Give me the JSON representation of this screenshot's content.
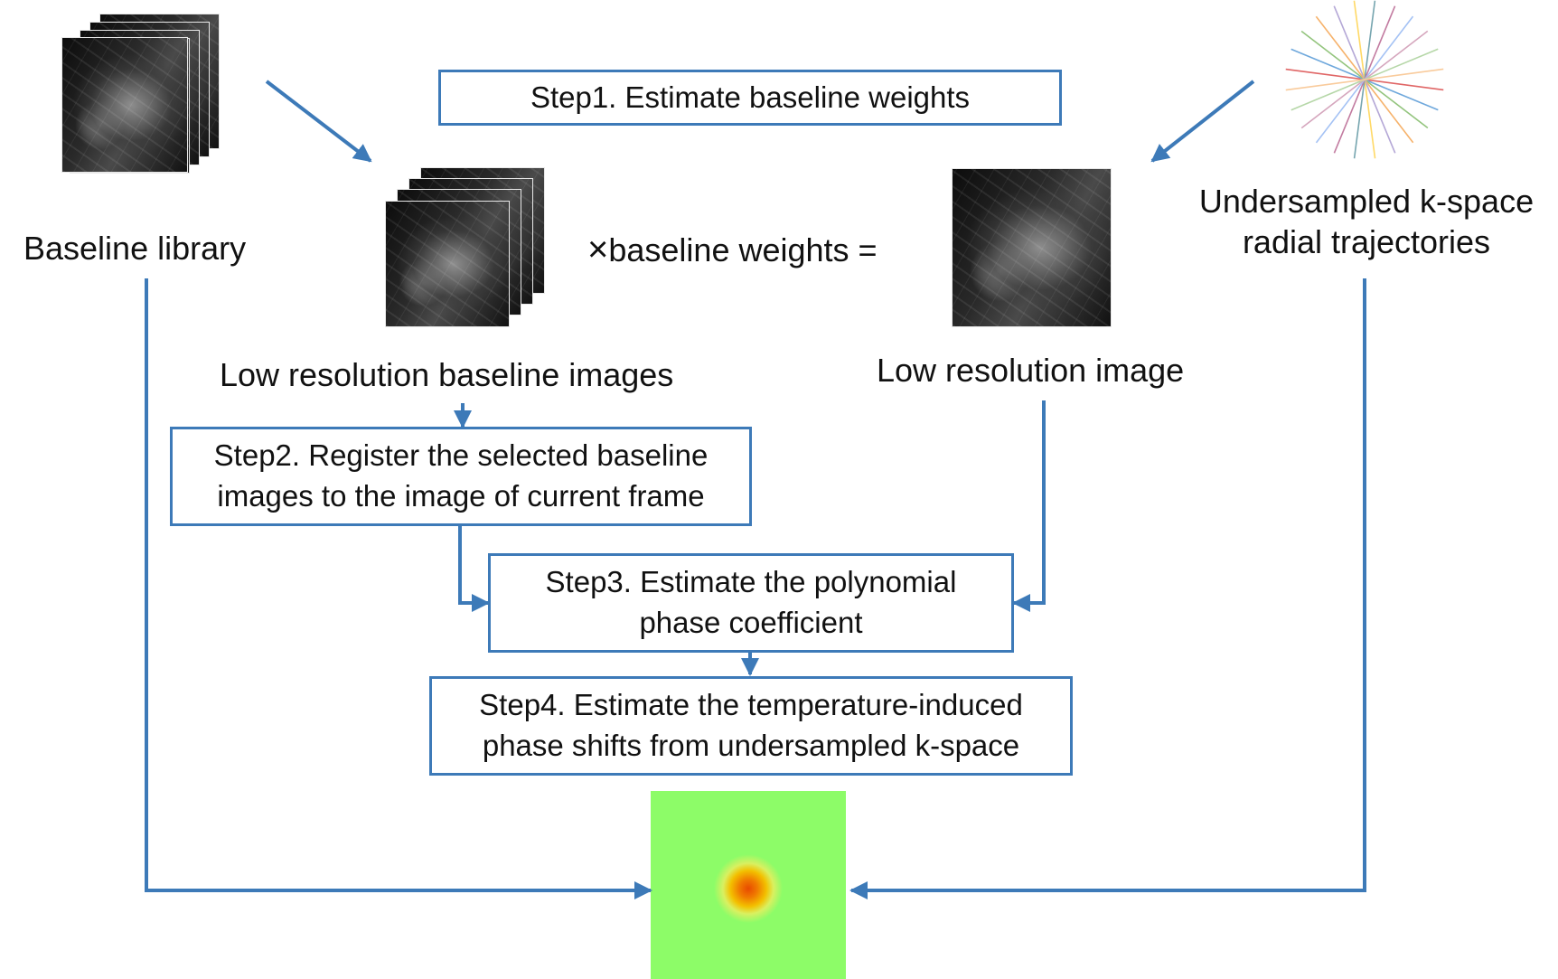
{
  "labels": {
    "baseline_library": "Baseline library",
    "undersampled_line1": "Undersampled k-space",
    "undersampled_line2": "radial trajectories",
    "low_res_baseline": "Low resolution baseline images",
    "low_res_image": "Low resolution image",
    "weights_expr_symbol": "×",
    "weights_expr_text": "baseline  weights ="
  },
  "steps": {
    "step1": {
      "line1": "Step1. Estimate baseline weights"
    },
    "step2": {
      "line1": "Step2. Register the selected baseline",
      "line2": "images to the image of current frame"
    },
    "step3": {
      "line1": "Step3. Estimate  the polynomial",
      "line2": "phase coefficient"
    },
    "step4": {
      "line1": "Step4. Estimate the temperature-induced",
      "line2": "phase shifts from undersampled k-space"
    }
  },
  "colors": {
    "arrow": "#3d7ab8",
    "box_border": "#3d7ab8",
    "heatmap_background": "#8dfc68",
    "heatmap_hotspot": "#e84a00"
  },
  "radial_line_colors": [
    "#e06666",
    "#6fa8dc",
    "#93c47d",
    "#f6b26b",
    "#b4a7d6",
    "#ffd966",
    "#76a5af",
    "#c27ba0",
    "#a4c2f4",
    "#d5a6bd",
    "#b6d7a8",
    "#f9cb9c"
  ]
}
